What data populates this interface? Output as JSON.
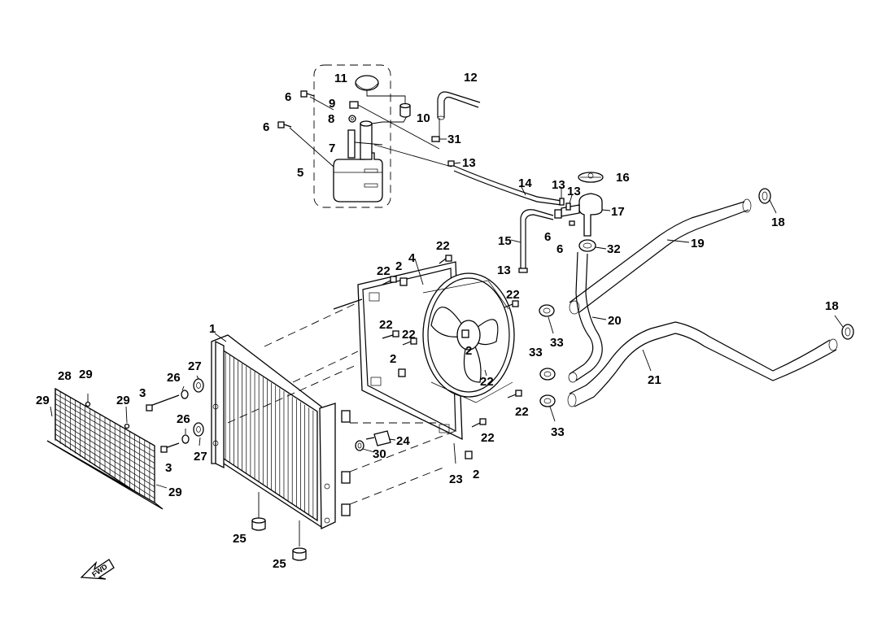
{
  "labels": [
    "1",
    "2",
    "3",
    "4",
    "5",
    "6",
    "7",
    "8",
    "9",
    "10",
    "11",
    "12",
    "13",
    "14",
    "15",
    "16",
    "17",
    "18",
    "19",
    "20",
    "21",
    "22",
    "23",
    "24",
    "25",
    "26",
    "27",
    "28",
    "29",
    "30",
    "31",
    "32",
    "33"
  ],
  "fwd_arrow": "FWD"
}
